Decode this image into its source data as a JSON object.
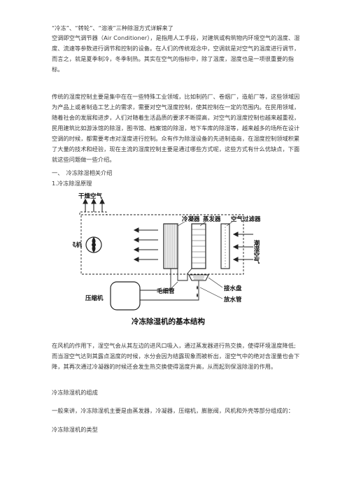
{
  "document": {
    "title": "“冷冻”、“转轮”、“溶液”三种除湿方式详解来了",
    "para1": "空调即空气调节器（Air Conditioner），是指用人工手段，对建筑或构筑物内环境空气的温度、湿度、流速等参数进行调节和控制的设备。在人们的传统观念中，空调就是对空气的温度进行调节，而言之，就是夏季制冷，冬季制热。其实在空气的指标中，除了温度，湿度也是一项很重要的指标。",
    "para2": "传统的湿度控制主要是集中在在一些特殊工业领域，比如制药厂、卷烟厂，造船厂等，这些领域因为产品上或者制造工艺上的需求，需要对空气湿度控制，使其控制在一定的范围内。在民用领域，随着社会的发展和进步，人们对随着生活品质的要求不断提高，对空气的湿度控制也越来越重视，民用建筑比如游泳馆的除湿，图书馆、档案馆的除湿，地下车库的除湿等，越来越多的场所在设计空调的时候，都需要考虑对湿度进行控制。众有作为除湿设备的先进制造商，在湿度控制领域积累了大量的技术和经验，现在主流的湿度控制主要是通过哪些方式呢，这些方式有什么优缺点，下面就这些问题做一些介绍。",
    "heading1": "一、　冷冻除湿相关介绍",
    "heading2": "1.冷冻除湿原理",
    "para3": "在风机的作用下，湿空气会从其左边的进风口吸入，通过蒸发器进行热交换，使得环境温度降低;而当湿空气达到其露点温度的时候，水分会因为结露现象而被析出，湿空气中的绝对含湿量也会下降，其再次通过冷凝器的时候还会发生热交换使得温度升高，从而起到保温除湿的作用。",
    "para4": "冷冻除湿机的组成",
    "para5": "一般来讲，冷冻除湿机主要是由蒸发器，冷凝器，压缩机，膨胀阀，风机和外壳等部分组成的：",
    "para6": "冷冻除湿机的类型"
  },
  "diagram": {
    "caption": "冷冻除湿机的基本结构",
    "labels": {
      "dry_air": "干燥空气",
      "fan": "风机",
      "compressor": "压缩机",
      "condenser": "冷凝器",
      "evaporator": "蒸发器",
      "air_filter": "空气过滤器",
      "capillary": "毛细管",
      "drain_pan": "接水盘",
      "drain_pipe": "放水管",
      "humid_air": "潮湿空气"
    }
  }
}
